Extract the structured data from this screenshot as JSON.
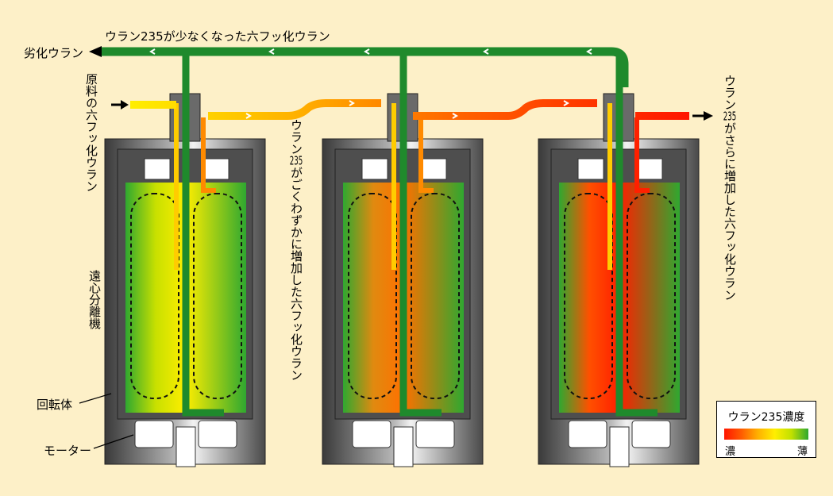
{
  "labels": {
    "depleted_flow": "ウラン235が少なくなった六フッ化ウラン",
    "depleted_uranium": "劣化ウラン",
    "feed_part1": "原料の六フッ化ウラン",
    "slight_a": "ウラン",
    "slight_num": "235",
    "slight_b": "がごくわずかに増加した六フッ化ウラン",
    "enriched_a": "ウラン",
    "enriched_num": "235",
    "enriched_b": "がさらに増加した六フッ化ウラン",
    "centrifuge": "遠心分離機",
    "rotor": "回転体",
    "motor": "モーター"
  },
  "legend": {
    "title": "ウラン235濃度",
    "high_label": "濃",
    "low_label": "薄"
  },
  "colors": {
    "background": "#fdf0c8",
    "depleted_pipe": "#1f8a2c",
    "feed_pipe": "#ffd700",
    "enriched_pipe": "#ff2000",
    "casing_gray": "#555555"
  },
  "centrifuges": [
    {
      "gradient": [
        "#2fa830",
        "#c8e000",
        "#ffee00"
      ]
    },
    {
      "gradient": [
        "#2fa830",
        "#e08a10",
        "#ff7000"
      ]
    },
    {
      "gradient": [
        "#2fa830",
        "#ff5000",
        "#ff1e00"
      ]
    }
  ]
}
